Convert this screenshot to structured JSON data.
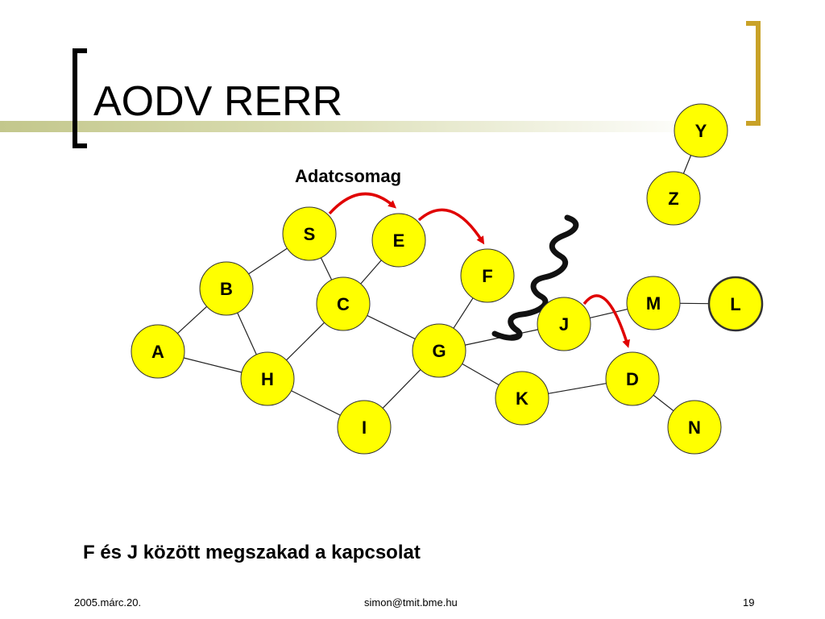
{
  "slide": {
    "title": "AODV RERR",
    "packet_label": "Adatcsomag",
    "caption": "F és J között megszakad a kapcsolat",
    "footer": {
      "date": "2005.márc.20.",
      "email": "simon@tmit.bme.hu",
      "page": "19"
    },
    "colors": {
      "node_fill": "#ffff00",
      "packet_arrow": "#e00000",
      "accent_bracket": "#c9a227"
    }
  },
  "diagram": {
    "nodes": [
      "A",
      "B",
      "C",
      "D",
      "E",
      "F",
      "G",
      "H",
      "I",
      "J",
      "K",
      "L",
      "M",
      "N",
      "S",
      "Y",
      "Z"
    ],
    "links": [
      [
        "S",
        "B"
      ],
      [
        "S",
        "C"
      ],
      [
        "E",
        "C"
      ],
      [
        "B",
        "A"
      ],
      [
        "B",
        "H"
      ],
      [
        "A",
        "H"
      ],
      [
        "C",
        "H"
      ],
      [
        "C",
        "G"
      ],
      [
        "H",
        "I"
      ],
      [
        "I",
        "G"
      ],
      [
        "G",
        "F"
      ],
      [
        "G",
        "J"
      ],
      [
        "G",
        "K"
      ],
      [
        "K",
        "D"
      ],
      [
        "J",
        "M"
      ],
      [
        "M",
        "L"
      ],
      [
        "D",
        "N"
      ],
      [
        "Y",
        "Z"
      ]
    ],
    "packet_path": [
      [
        "S",
        "E"
      ],
      [
        "E",
        "F"
      ],
      [
        "J",
        "D"
      ]
    ],
    "broken_link": [
      "F",
      "J"
    ],
    "highlighted_node": "L"
  }
}
